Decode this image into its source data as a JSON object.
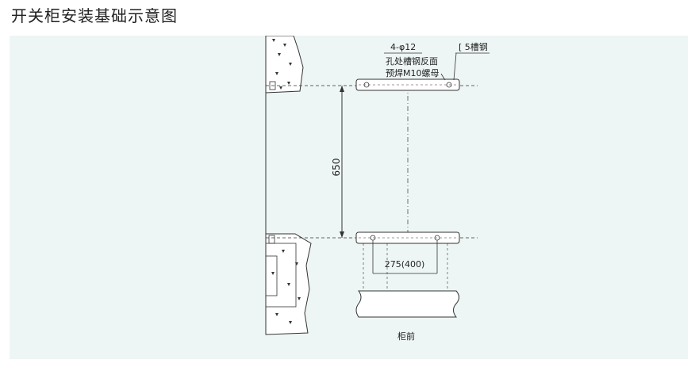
{
  "page": {
    "title": "开关柜安装基础示意图"
  },
  "diagram": {
    "hole_spec": "4-φ12",
    "hole_note_line1": "孔处槽钢反面",
    "hole_note_line2": "预焊M10螺母",
    "channel_label": "[ 5槽钢",
    "vertical_dim": "650",
    "horizontal_dim": "275(400)",
    "cabinet_front": "柜前"
  }
}
